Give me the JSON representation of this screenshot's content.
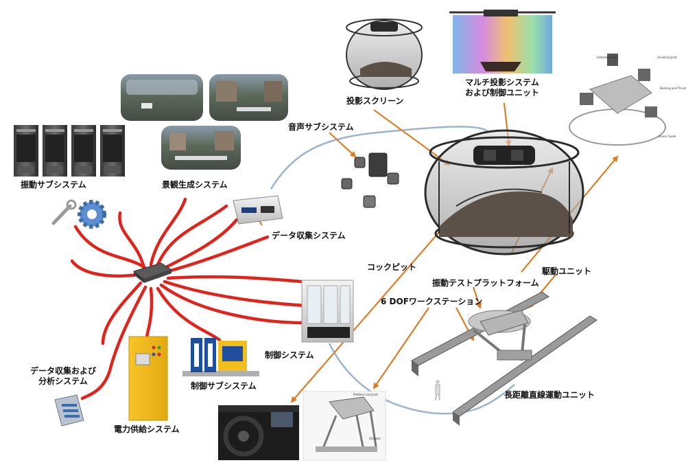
{
  "labels": {
    "vibration_subsystem": "振動サブシステム",
    "scene_generation": "景観生成システム",
    "audio_subsystem": "音声サブシステム",
    "projection_screen": "投影スクリーン",
    "multi_projection_1": "マルチ投影システム",
    "multi_projection_2": "および制御ユニット",
    "data_collection": "データ収集システム",
    "cockpit": "コックピット",
    "vibration_platform": "振動テストプラットフォーム",
    "drive_unit": "駆動ユニット",
    "six_dof_station": "6 DOFワークステーション",
    "control_system": "制御システム",
    "data_analysis_1": "データ収集および",
    "data_analysis_2": "分析システム",
    "power_supply": "電力供給システム",
    "control_subsystem": "制御サブシステム",
    "linear_motion": "長距離直線運動ユニット"
  },
  "colors": {
    "cable": "#e0231b",
    "arrow": "#e07b25",
    "link": "#9ab4cf",
    "power_cabinet": "#f2be1e",
    "cabinet_blue": "#1f4f9c"
  }
}
